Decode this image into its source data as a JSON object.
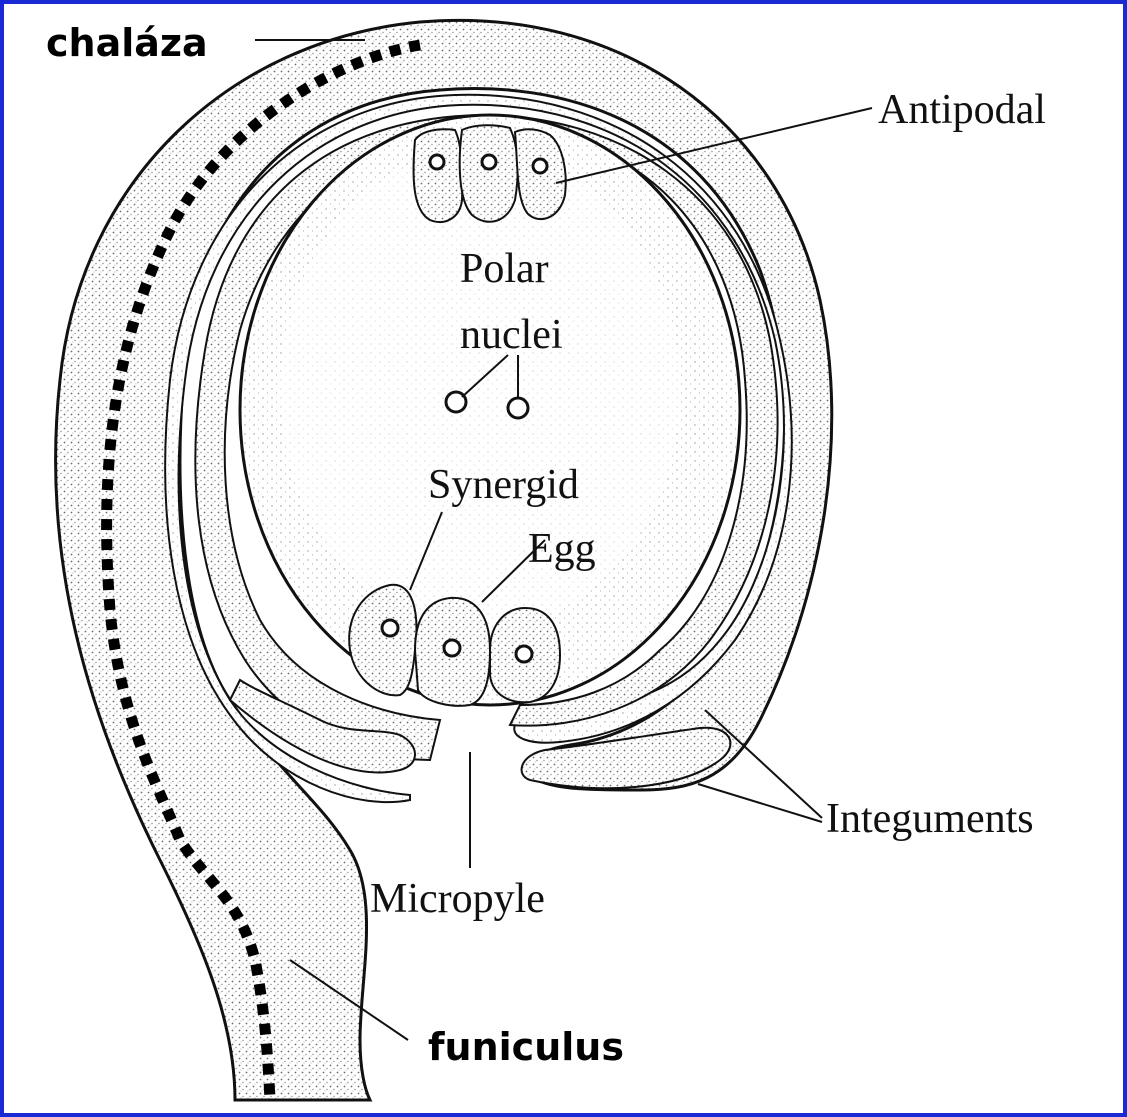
{
  "diagram": {
    "labels": {
      "chalaza": "chaláza",
      "antipodal": "Antipodal",
      "polar_line1": "Polar",
      "polar_line2": "nuclei",
      "synergid": "Synergid",
      "egg": "Egg",
      "integuments": "Integuments",
      "micropyle": "Micropyle",
      "funiculus": "funiculus"
    },
    "colors": {
      "frame_border": "#1a2bd6",
      "stipple": "#7a7a7a",
      "line": "#111111"
    }
  }
}
